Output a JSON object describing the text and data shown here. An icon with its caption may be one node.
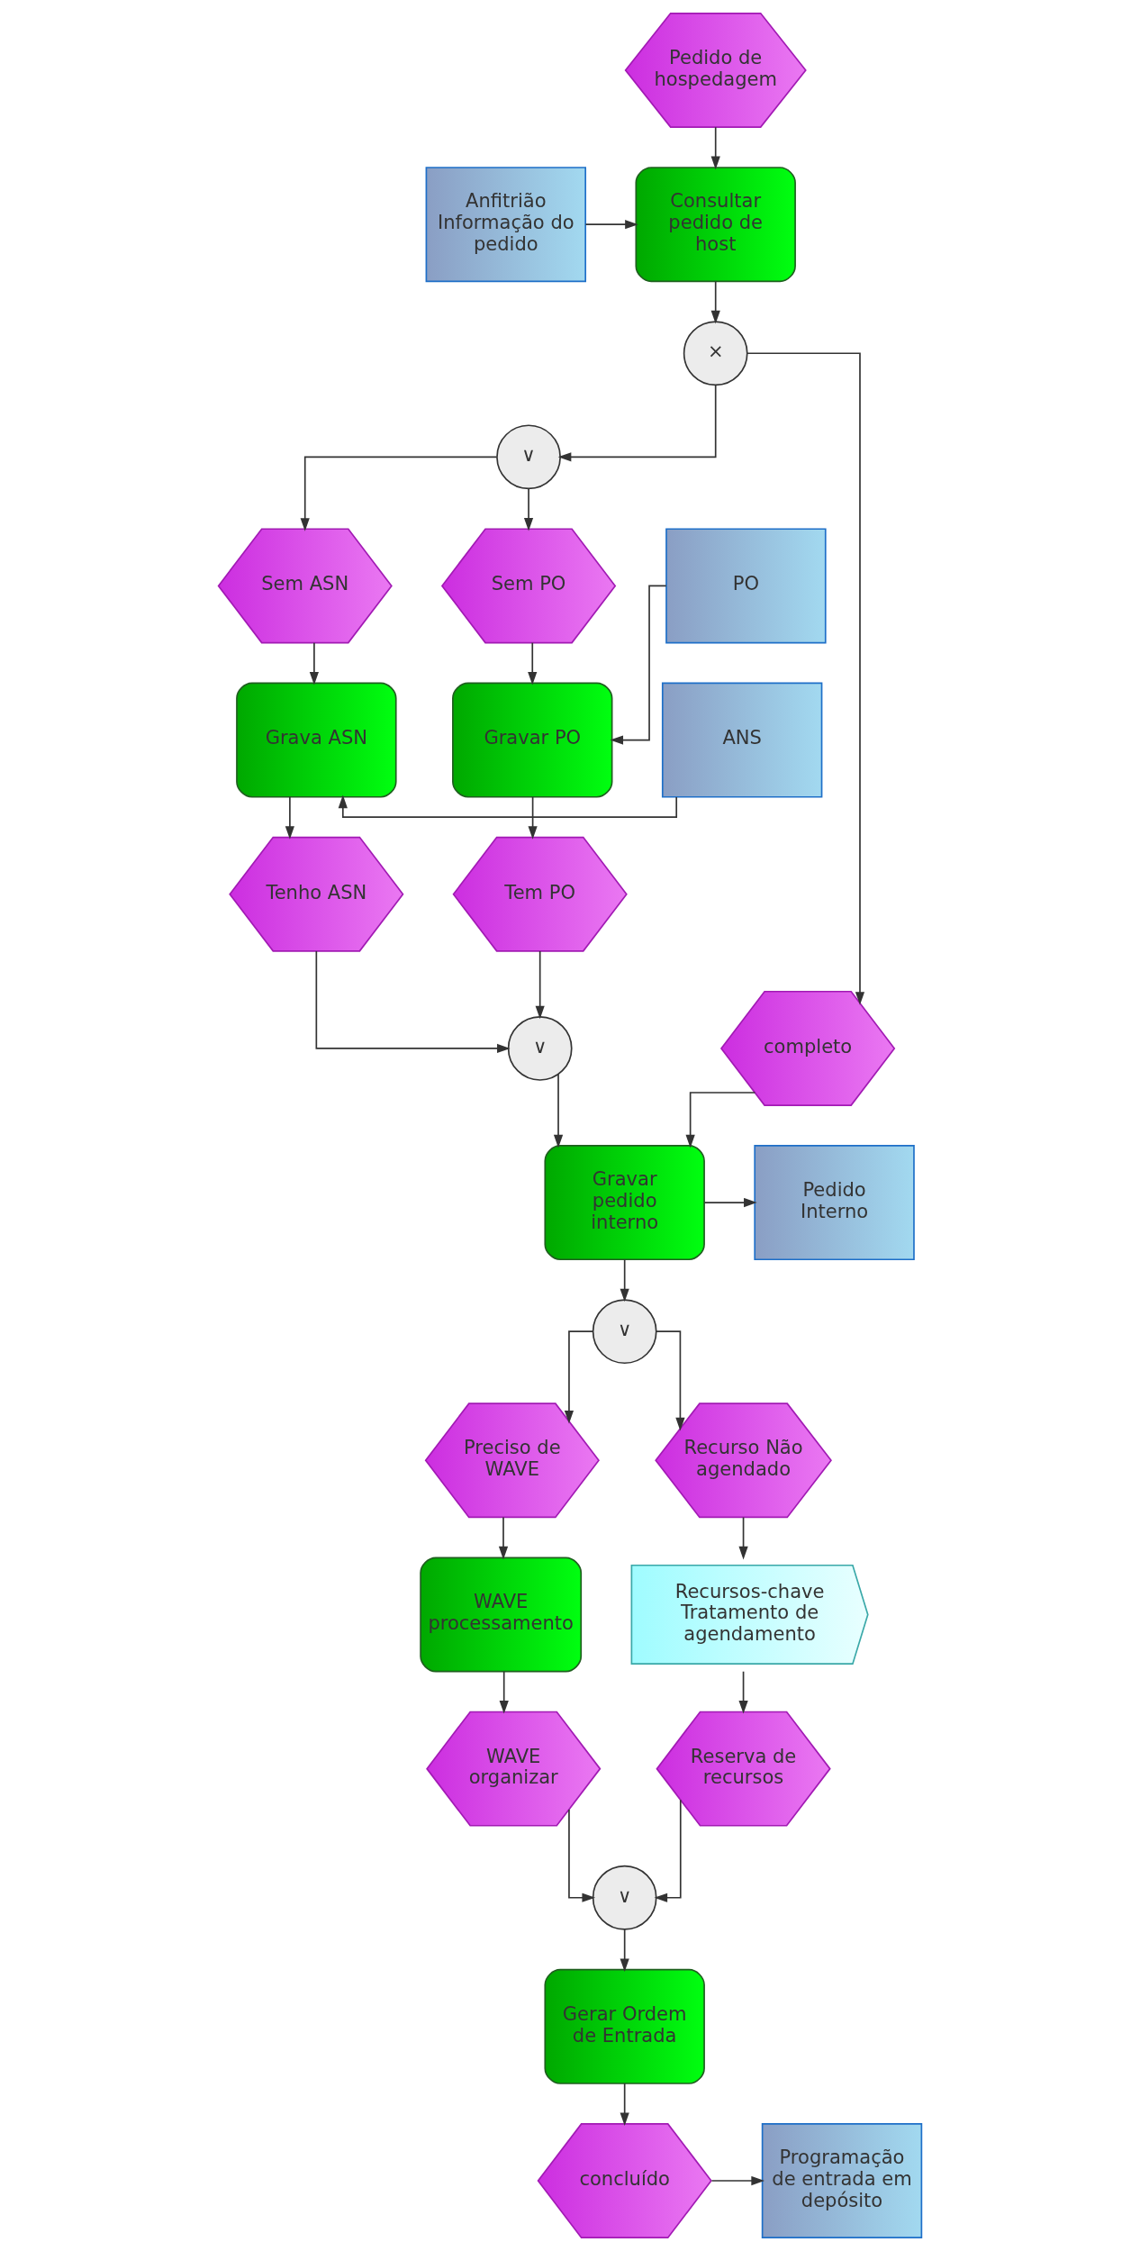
{
  "diagram": {
    "nodes": [
      {
        "text": [
          "Pedido de hospedagem"
        ]
      },
      {
        "text": [
          "Anfitrião Informação do pedido"
        ]
      },
      {
        "text": [
          "Consultar pedido de host"
        ]
      },
      {
        "text": [
          "×"
        ]
      },
      {
        "text": [
          "∨"
        ]
      },
      {
        "text": [
          "Sem ASN"
        ]
      },
      {
        "text": [
          "Sem PO"
        ]
      },
      {
        "text": [
          "ANS"
        ]
      },
      {
        "text": [
          "Grava ASN"
        ]
      },
      {
        "text": [
          "Gravar PO"
        ]
      },
      {
        "text": [
          "completo"
        ]
      },
      {
        "text": [
          "PO"
        ]
      },
      {
        "text": [
          "Tenho ASN"
        ]
      },
      {
        "text": [
          "Tem PO"
        ]
      },
      {
        "text": [
          "∨"
        ]
      },
      {
        "text": [
          "Pedido Interno"
        ]
      },
      {
        "text": [
          "Gravar pedido interno"
        ]
      },
      {
        "text": [
          "∨"
        ]
      },
      {
        "text": [
          "Preciso de WAVE"
        ]
      },
      {
        "text": [
          "Recurso Não agendado"
        ]
      },
      {
        "text": [
          "WAVE processamento"
        ]
      },
      {
        "text": [
          "Recursos-chave Tratamento de agendamento"
        ]
      },
      {
        "text": [
          "WAVE organizar"
        ]
      },
      {
        "text": [
          "Reserva de recursos"
        ]
      },
      {
        "text": [
          "∨"
        ]
      },
      {
        "text": [
          "Gerar Ordem de Entrada"
        ]
      },
      {
        "text": [
          "Programação de entrada em depósito"
        ]
      },
      {
        "text": [
          "concluído"
        ]
      }
    ],
    "edges": [
      {
        "from": 0,
        "to": 2,
        "arrow": "to"
      },
      {
        "from": 1,
        "to": 2,
        "arrow": "to"
      },
      {
        "from": 2,
        "to": 3,
        "arrow": "to"
      },
      {
        "from": 3,
        "to": 4,
        "arrow": "to"
      },
      {
        "from": 3,
        "to": 10,
        "arrow": "to"
      },
      {
        "from": 4,
        "to": 5,
        "arrow": "to"
      },
      {
        "from": 4,
        "to": 6,
        "arrow": "to"
      },
      {
        "from": 5,
        "to": 8,
        "arrow": "to"
      },
      {
        "from": 6,
        "to": 9,
        "arrow": "to"
      },
      {
        "from": 7,
        "to": 8,
        "arrow": "to"
      },
      {
        "from": 11,
        "to": 9,
        "arrow": "to"
      },
      {
        "from": 8,
        "to": 12,
        "arrow": "to"
      },
      {
        "from": 9,
        "to": 13,
        "arrow": "to"
      },
      {
        "from": 12,
        "to": 14,
        "arrow": "to"
      },
      {
        "from": 13,
        "to": 14,
        "arrow": "to"
      },
      {
        "from": 14,
        "to": 16,
        "arrow": "to"
      },
      {
        "from": 10,
        "to": 16,
        "arrow": "to"
      },
      {
        "from": 16,
        "to": 15,
        "arrow": "to"
      },
      {
        "from": 16,
        "to": 17,
        "arrow": "to"
      },
      {
        "from": 17,
        "to": 18,
        "arrow": "to"
      },
      {
        "from": 17,
        "to": 19,
        "arrow": "to"
      },
      {
        "from": 18,
        "to": 20,
        "arrow": "to"
      },
      {
        "from": 19,
        "to": 21,
        "arrow": "to"
      },
      {
        "from": 20,
        "to": 22,
        "arrow": "to"
      },
      {
        "from": 21,
        "to": 23,
        "arrow": "to"
      },
      {
        "from": 22,
        "to": 24,
        "arrow": "to"
      },
      {
        "from": 23,
        "to": 24,
        "arrow": "to"
      },
      {
        "from": 24,
        "to": 25,
        "arrow": "to"
      },
      {
        "from": 25,
        "to": 27,
        "arrow": "to"
      },
      {
        "from": 27,
        "to": 26,
        "arrow": "to"
      }
    ]
  }
}
